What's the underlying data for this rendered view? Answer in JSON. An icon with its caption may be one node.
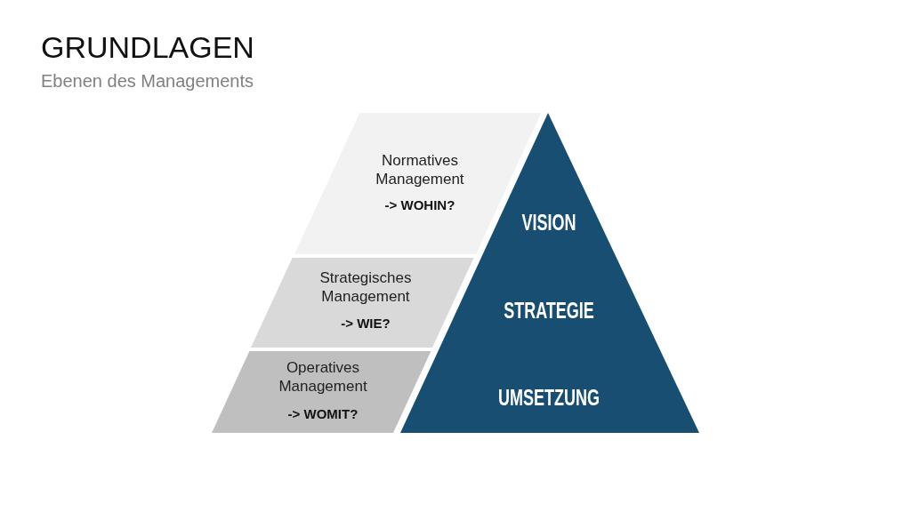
{
  "diagram": {
    "title": "GRUNDLAGEN",
    "nodes": [
      {
        "text": [
          "Normatives Management",
          "-> WOHIN?"
        ]
      },
      {
        "text": [
          "Strategisches Management",
          "-> WIE?"
        ]
      },
      {
        "text": [
          "Operatives Management",
          "-> WOMIT?"
        ]
      },
      {
        "text": [
          "VISION",
          "STRATEGIE",
          "UMSETZUNG"
        ]
      }
    ],
    "labels": [
      "Ebenen des Managements"
    ]
  }
}
